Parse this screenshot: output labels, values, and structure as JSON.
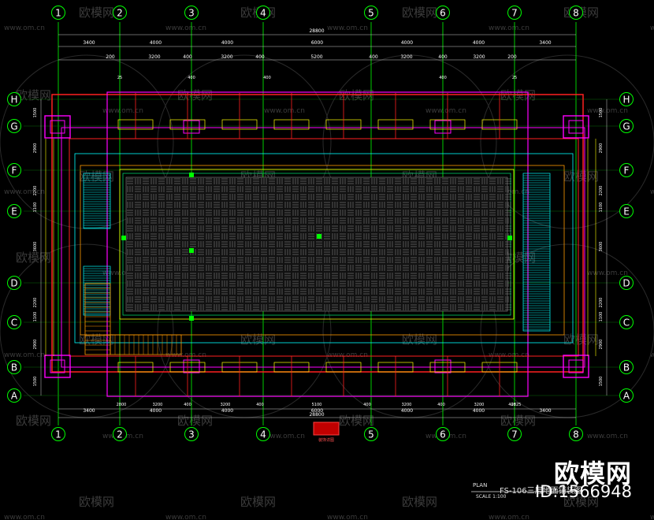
{
  "axes_numeric": [
    "1",
    "2",
    "3",
    "4",
    "5",
    "6",
    "7",
    "8"
  ],
  "axes_letters": [
    "H",
    "G",
    "F",
    "E",
    "D",
    "C",
    "B",
    "A"
  ],
  "dims_total_top": "28800",
  "dims_total_bottom": "28800",
  "dims_top_row1": [
    "3400",
    "4000",
    "4000",
    "6000",
    "4000",
    "4000",
    "3400"
  ],
  "dims_top_row2": [
    "200",
    "3200",
    "400",
    "3200",
    "400",
    "5200",
    "400",
    "3200",
    "400",
    "3200",
    "200"
  ],
  "dims_top_row3": [
    "25",
    "400",
    "400",
    "400",
    "25"
  ],
  "dims_bottom_row1": [
    "3400",
    "4000",
    "4000",
    "6000",
    "4000",
    "4000",
    "3400"
  ],
  "dims_bottom_row2": [
    "2800",
    "3200",
    "400",
    "3200",
    "400",
    "5100",
    "400",
    "3200",
    "400",
    "3200",
    "400",
    "2825"
  ],
  "dims_left": [
    "1500",
    "2900",
    "2200",
    "1100",
    "3600",
    "2200",
    "1100",
    "2900",
    "1500"
  ],
  "dims_right": [
    "1500",
    "2900",
    "2200",
    "1100",
    "3600",
    "2200",
    "1100",
    "2900",
    "1500"
  ],
  "watermark_text": "欧模网",
  "watermark_url": "www.om.cn",
  "brand_text": "欧模网",
  "brand_id": "ID:1566948",
  "sheet_title": "FS-106三层地面铺装图",
  "plan_label": "PLAN",
  "scale_label": "SCALE 1:100",
  "center_stamp_label": "装饰详图",
  "colors": {
    "background": "#000000",
    "axis_circle": "#00ff00",
    "axis_line": "#00ff00",
    "wall_red": "#ff2020",
    "magenta": "#ff00ff",
    "cyan": "#00ffff",
    "yellow": "#ffff00",
    "orange": "#ff9900",
    "dimension": "#ffffff",
    "watermark": "#555555"
  }
}
